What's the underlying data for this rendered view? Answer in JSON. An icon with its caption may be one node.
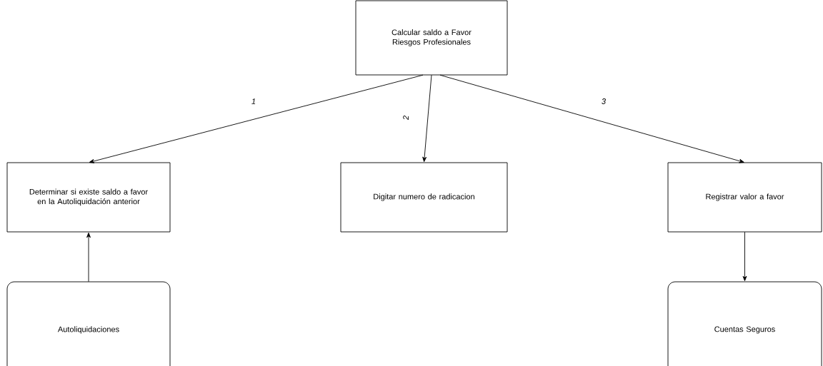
{
  "diagram": {
    "nodes": [
      {
        "text": [
          "Calcular saldo a Favor Riesgos Profesionales"
        ]
      },
      {
        "text": [
          "Determinar si existe saldo a favor en la Autoliquidación anterior"
        ]
      },
      {
        "text": [
          "Digitar numero de radicacion"
        ]
      },
      {
        "text": [
          "Registrar valor a favor"
        ]
      },
      {
        "text": [
          "Autoliquidaciones"
        ]
      },
      {
        "text": [
          "Cuentas Seguros"
        ]
      }
    ],
    "edges": [
      {
        "from": 0,
        "to": 1,
        "arrow": "to",
        "label": "1"
      },
      {
        "from": 0,
        "to": 2,
        "arrow": "to",
        "label": "2"
      },
      {
        "from": 0,
        "to": 3,
        "arrow": "to",
        "label": "3"
      },
      {
        "from": 4,
        "to": 1,
        "arrow": "to"
      },
      {
        "from": 3,
        "to": 5,
        "arrow": "to"
      }
    ]
  }
}
